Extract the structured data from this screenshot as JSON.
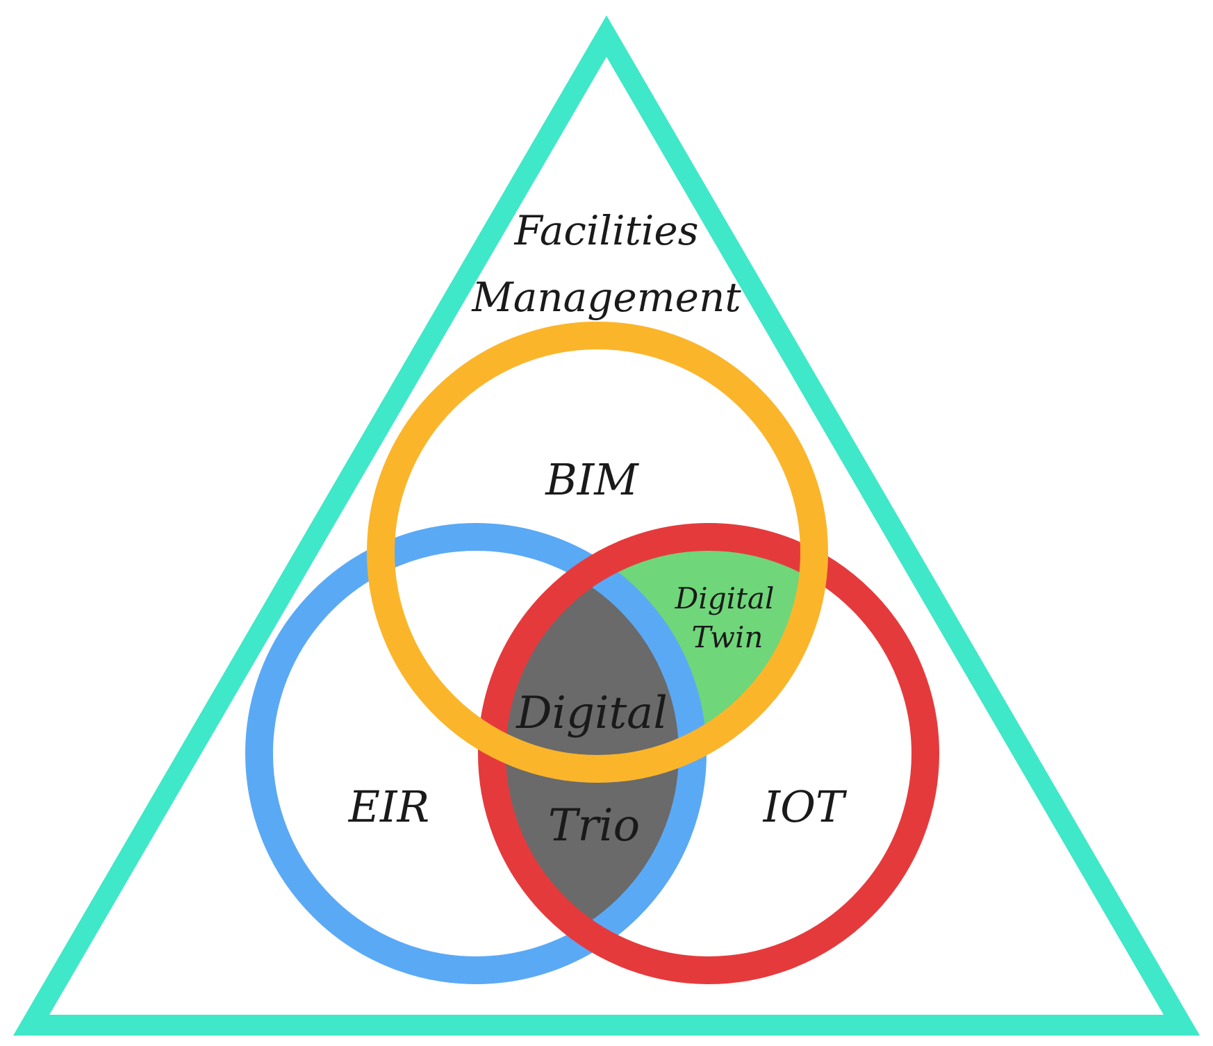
{
  "triangle": {
    "label_line1": "Facilities",
    "label_line2": "Management",
    "color": "#3ee8c8"
  },
  "circles": {
    "bim": {
      "label": "BIM",
      "color": "#fbb52b"
    },
    "eir": {
      "label": "EIR",
      "color": "#5aa9f5"
    },
    "iot": {
      "label": "IOT",
      "color": "#e53a3c"
    }
  },
  "intersections": {
    "digital_twin": {
      "line1": "Digital",
      "line2": "Twin",
      "color": "#6fd67a"
    },
    "digital_trio": {
      "line1": "Digital",
      "line2": "Trio",
      "color": "#6a6a6a"
    }
  }
}
